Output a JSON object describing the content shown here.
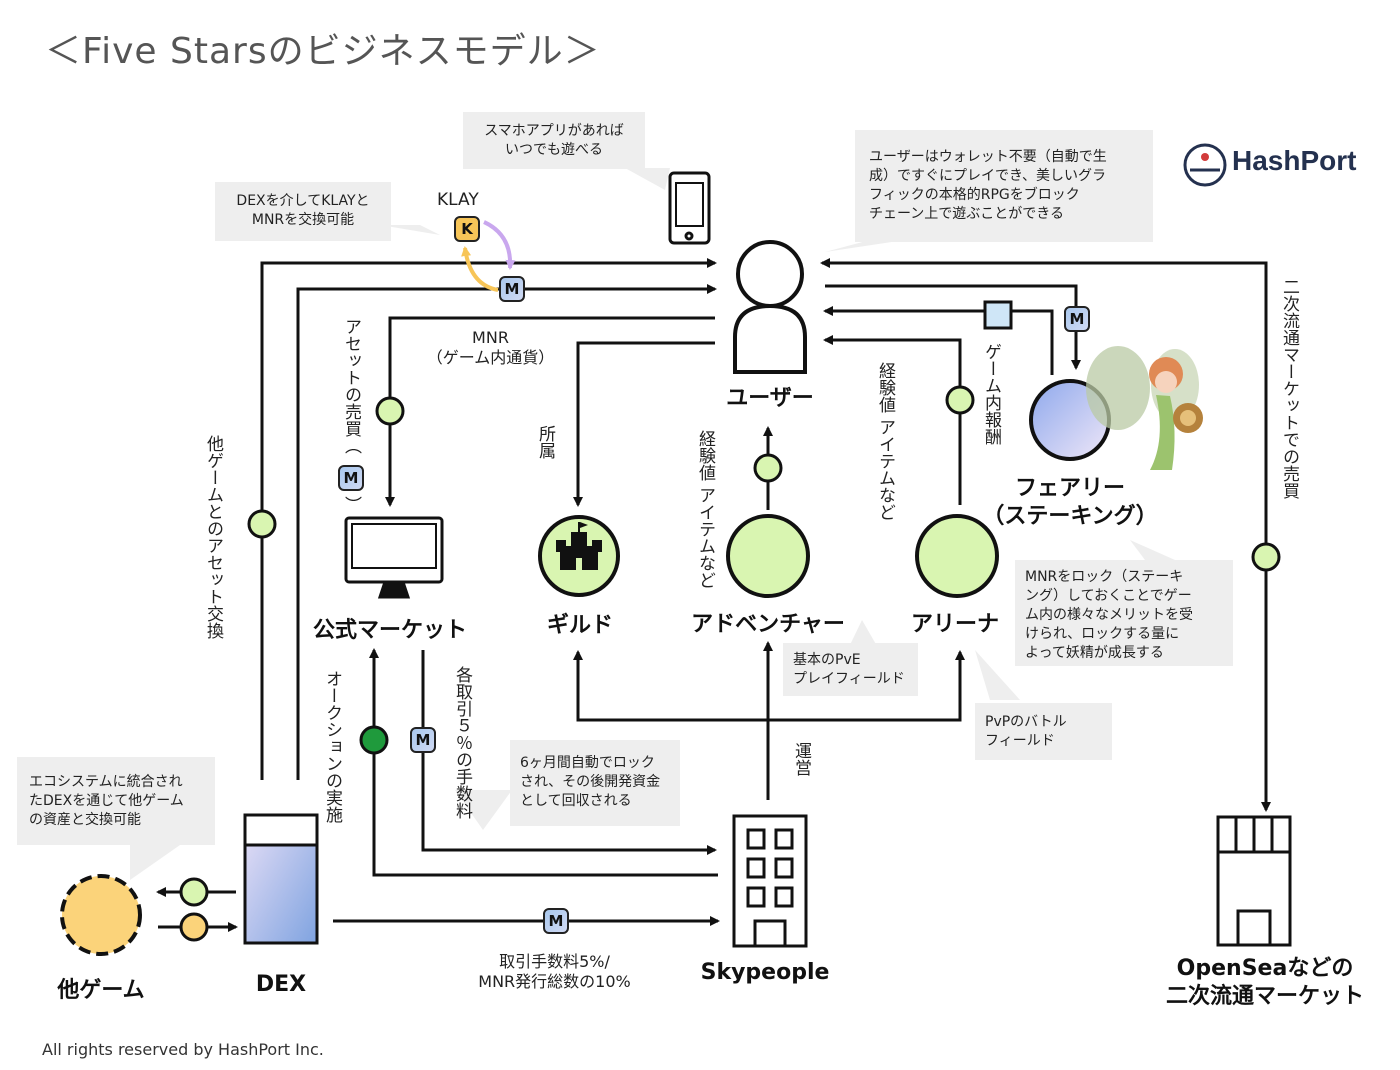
{
  "title": "＜Five Starsのビジネスモデル＞",
  "footer": "All rights reserved by HashPort Inc.",
  "logo": {
    "text": "HashPort"
  },
  "nodes": {
    "user": "ユーザー",
    "official_market": "公式マーケット",
    "guild": "ギルド",
    "adventure": "アドベンチャー",
    "arena": "アリーナ",
    "fairy": "フェアリー\n（ステーキング）",
    "dex": "DEX",
    "other_game": "他ゲーム",
    "skypeople": "Skypeople",
    "opensea": "OpenSeaなどの\n二次流通マーケット"
  },
  "callouts": {
    "smartphone": "スマホアプリがあれば\nいつでも遊べる",
    "dex_klay": "DEXを介してKLAYと\nMNRを交換可能",
    "user_desc": "ユーザーはウォレット不要（自動で生\n成）ですぐにプレイでき、美しいグラ\nフィックの本格的RPGをブロック\nチェーン上で遊ぶことができる",
    "staking": "MNRをロック（ステーキ\nング）しておくことでゲー\nム内の様々なメリットを受\nけられ、ロックする量に\nよって妖精が成長する",
    "pve": "基本のPvE\nプレイフィールド",
    "pvp": "PvPのバトル\nフィールド",
    "lockup": "6ヶ月間自動でロック\nされ、その後開発資金\nとして回収される",
    "eco": "エコシステムに統合され\nたDEXを通じて他ゲーム\nの資産と交換可能"
  },
  "edge_labels": {
    "klay": "KLAY",
    "mnr": "MNR\n（ゲーム内通貨）",
    "asset_trade": "アセットの売買（",
    "asset_trade_end": "）",
    "other_game_exchange": "他ゲームとのアセット交換",
    "affiliation": "所属",
    "exp_items_adv": "経験値\nアイテムなど",
    "exp_items_arena": "経験値\nアイテムなど",
    "game_reward": "ゲーム内報酬",
    "secondary_sale": "二次流通マーケットでの売買",
    "auction": "オークションの実施",
    "fee_each": "各取引５％の手数料",
    "operation": "運営",
    "dex_fee": "取引手数料5%/\nMNR発行総数の10%"
  },
  "badges": {
    "m": "M",
    "k": "K"
  },
  "icons": [
    "smartphone-icon",
    "user-icon",
    "monitor-icon",
    "castle-icon",
    "building-icon",
    "shop-icon",
    "dex-icon",
    "fairy-icon",
    "hashport-logo-icon"
  ],
  "colors": {
    "green_node": "#d9f5b1",
    "green_dark": "#1f9a3c",
    "orange_node": "#fbd37a",
    "fairy_gradient_a": "#9fb4ee",
    "fairy_gradient_b": "#e8e2f6",
    "callout_bg": "#eeeeee",
    "klay_arrow": "#c9a7ee",
    "mnr_arrow": "#f7c558"
  }
}
